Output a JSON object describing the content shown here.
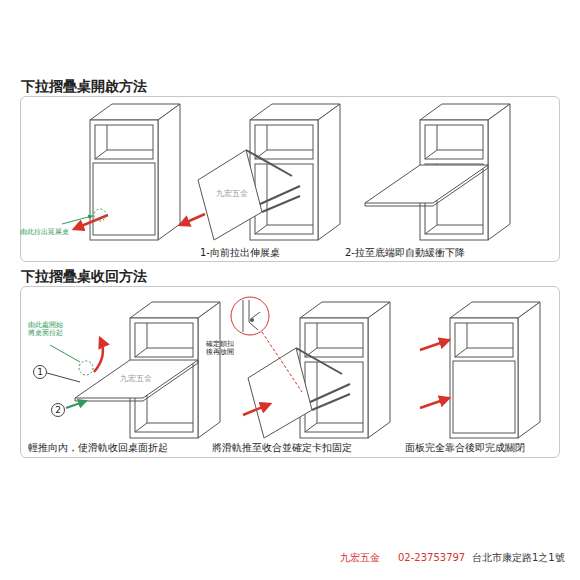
{
  "diagram": {
    "nodes": [
      {
        "text": [
          "下拉摺疊桌開啟方法"
        ]
      },
      {
        "text": [
          "下拉摺疊桌收回方法"
        ]
      }
    ],
    "edges": [],
    "labels": [
      "由此拉出延展桌",
      "九宏五金",
      "1-向前拉出伸展桌",
      "2-拉至底端即自動緩衝下降",
      "由此處開始將桌面拉起",
      "1",
      "2",
      "九宏五金",
      "輕推向內，使滑軌收回桌面折起",
      "確定鎖扣後再放開",
      "將滑軌推至收合並確定卡扣固定",
      "面板完全靠合後即完成關閉",
      "九宏五金",
      "02-23753797",
      "台北市康定路1之1號"
    ]
  }
}
